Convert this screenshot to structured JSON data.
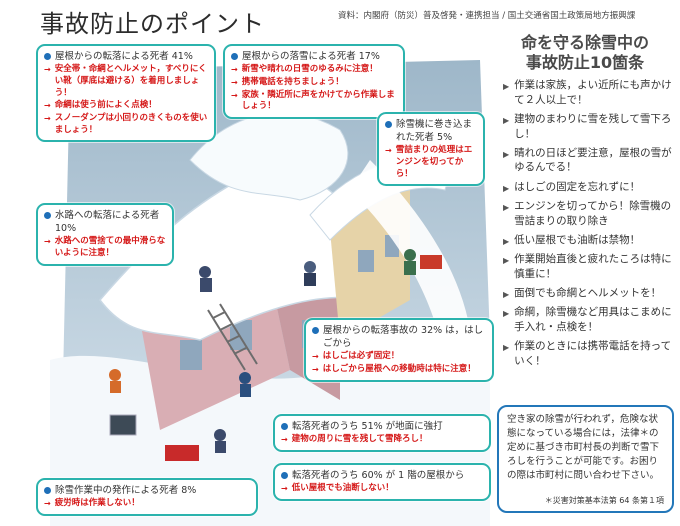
{
  "title": "事故防止のポイント",
  "source": "資料：内閣府（防災）普及啓発・連携担当 / 国土交通省国土政策局地方振興課",
  "callouts": {
    "roof_fall": {
      "head": "屋根からの転落による死者 41%",
      "items": [
        "安全帯・命綱とヘルメット，すべりにくい靴（厚底は避ける）を着用しましょう！",
        "命綱は使う前によく点検！",
        "スノーダンプは小回りのきくものを使いましょう！"
      ]
    },
    "roof_snow": {
      "head": "屋根からの落雪による死者 17%",
      "items": [
        "新雪や晴れの日雪のゆるみに注意！",
        "携帯電話を持ちましょう！",
        "家族・隣近所に声をかけてから作業しましょう！"
      ]
    },
    "machine": {
      "head": "除雪機に巻き込まれた死者 5%",
      "items": [
        "雪詰まりの処理はエンジンを切ってから！"
      ]
    },
    "waterway": {
      "head": "水路への転落による死者 10%",
      "items": [
        "水路への雪捨ての最中滑らないように注意！"
      ]
    },
    "ladder": {
      "head": "屋根からの転落事故の 32% は，はしごから",
      "items": [
        "はしごは必ず固定！",
        "はしごから屋根への移動時は特に注意！"
      ]
    },
    "ground": {
      "head": "転落死者のうち 51% が地面に強打",
      "items": [
        "建物の周りに雪を残して雪降ろし！"
      ]
    },
    "first_floor": {
      "head": "転落死者のうち 60% が 1 階の屋根から",
      "items": [
        "低い屋根でも油断しない！"
      ]
    },
    "illness": {
      "head": "除雪作業中の発作による死者 8%",
      "items": [
        "疲労時は作業しない！"
      ]
    }
  },
  "panel": {
    "title_line1": "命を守る除雪中の",
    "title_line2": "事故防止10箇条",
    "tips": [
      "作業は家族，よい近所にも声かけて２人以上で！",
      "建物のまわりに雪を残して雪下ろし！",
      "晴れの日ほど要注意，屋根の雪がゆるんでる！",
      "はしごの固定を忘れずに！",
      "エンジンを切ってから！除雪機の雪詰まりの取り除き",
      "低い屋根でも油断は禁物！",
      "作業開始直後と疲れたころは特に慎重に！",
      "面倒でも命綱とヘルメットを！",
      "命綱，除雪機など用具はこまめに手入れ・点検を！",
      "作業のときには携帯電話を持っていく！"
    ],
    "notice": "空き家の除雪が行われず，危険な状態になっている場合には，法律＊の定めに基づき市町村長の判断で雪下ろしを行うことが可能です。お困りの際は市町村に問い合わせ下さい。",
    "notice_foot": "＊災害対策基本法第 64 条第１項"
  },
  "colors": {
    "teal_border": "#2bb3ad",
    "warning_red": "#d51919",
    "bullet_blue": "#1e6fb8",
    "notice_border": "#2377b9"
  }
}
